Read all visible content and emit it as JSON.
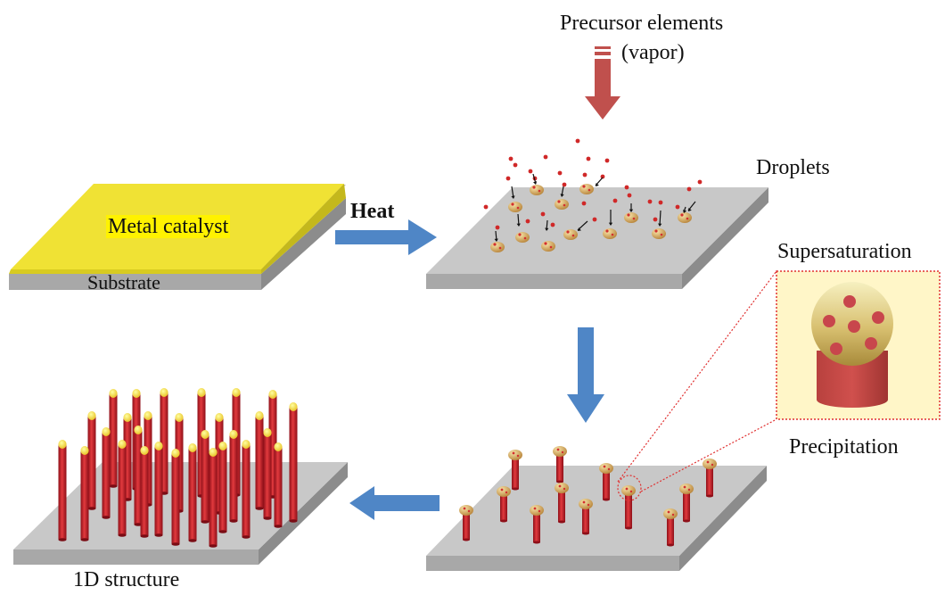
{
  "labels": {
    "precursor": "Precursor elements",
    "vapor": "(vapor)",
    "droplets": "Droplets",
    "metal_catalyst": "Metal catalyst",
    "heat": "Heat",
    "substrate": "Substrate",
    "supersaturation": "Supersaturation",
    "precipitation": "Precipitation",
    "structure": "1D structure"
  },
  "colors": {
    "catalyst_yellow": "#f0e234",
    "substrate_top": "#c8c8c8",
    "process_arrow": "#4f86c6",
    "vapor_arrow": "#c0504d",
    "nanowire_red": "#c81e2a",
    "droplet_gold": "#d4a95a",
    "inset_bg": "#fff6c8",
    "inset_border": "#e03030"
  },
  "icons": {
    "heat_arrow": "right-arrow-icon",
    "down_arrow": "down-arrow-icon",
    "left_arrow": "left-arrow-icon",
    "vapor_arrow": "vapor-down-arrow-icon"
  }
}
